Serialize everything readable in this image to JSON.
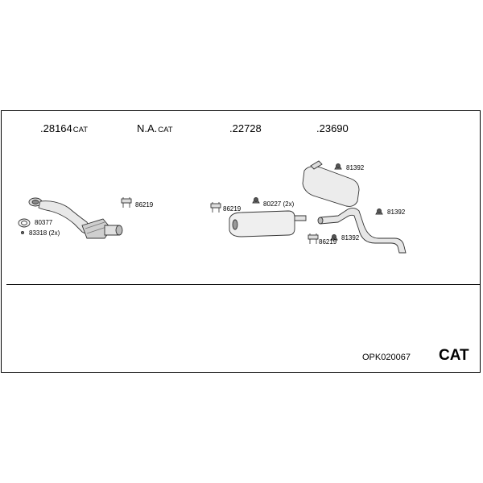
{
  "headers": [
    {
      "number": ".28164",
      "suffix": "CAT"
    },
    {
      "number": "N.A.",
      "suffix": "CAT"
    },
    {
      "number": ".22728",
      "suffix": ""
    },
    {
      "number": ".23690",
      "suffix": ""
    }
  ],
  "parts": {
    "p80377": "80377",
    "p83318": "83318 (2x)",
    "p86219_a": "86219",
    "p86219_b": "86219",
    "p80227": "80227 (2x)",
    "p81392_a": "81392",
    "p81392_b": "81392",
    "p86219_c": "86219",
    "p81392_c": "81392"
  },
  "footer": {
    "code": "OPK020067",
    "type": "CAT"
  }
}
